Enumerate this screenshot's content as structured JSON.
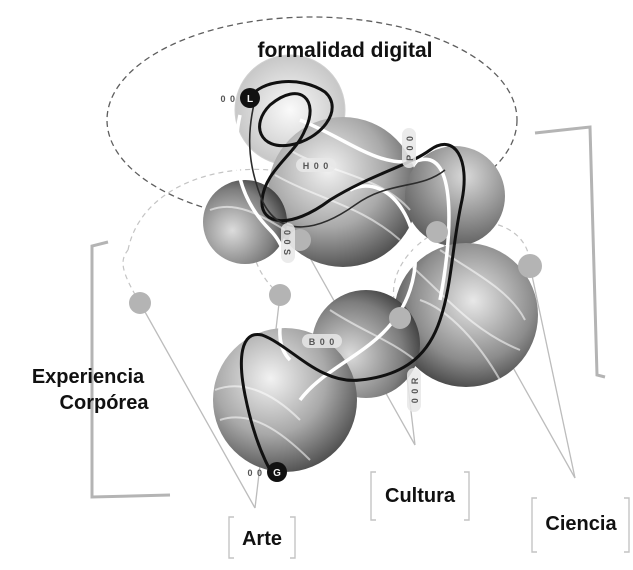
{
  "title": "formalidad digital",
  "side_label": {
    "line1": "Experiencia",
    "line2": "Corpórea"
  },
  "categories": {
    "arte": "Arte",
    "cultura": "Cultura",
    "ciencia": "Ciencia"
  },
  "nodes": {
    "L": "L",
    "G": "G",
    "B": "B",
    "R": "R",
    "H": "H",
    "P": "P",
    "S": "S"
  },
  "codes": {
    "L": "0 0",
    "G": "0 0",
    "B": "0 0",
    "R": "0 0 R",
    "H": "H 0 0",
    "P": "P 0 0",
    "S": "0 0 S"
  },
  "colors": {
    "ink": "#111111",
    "dot": "#b4b4b4",
    "line": "#c8c8c8",
    "dash": "#6a6a6a"
  }
}
